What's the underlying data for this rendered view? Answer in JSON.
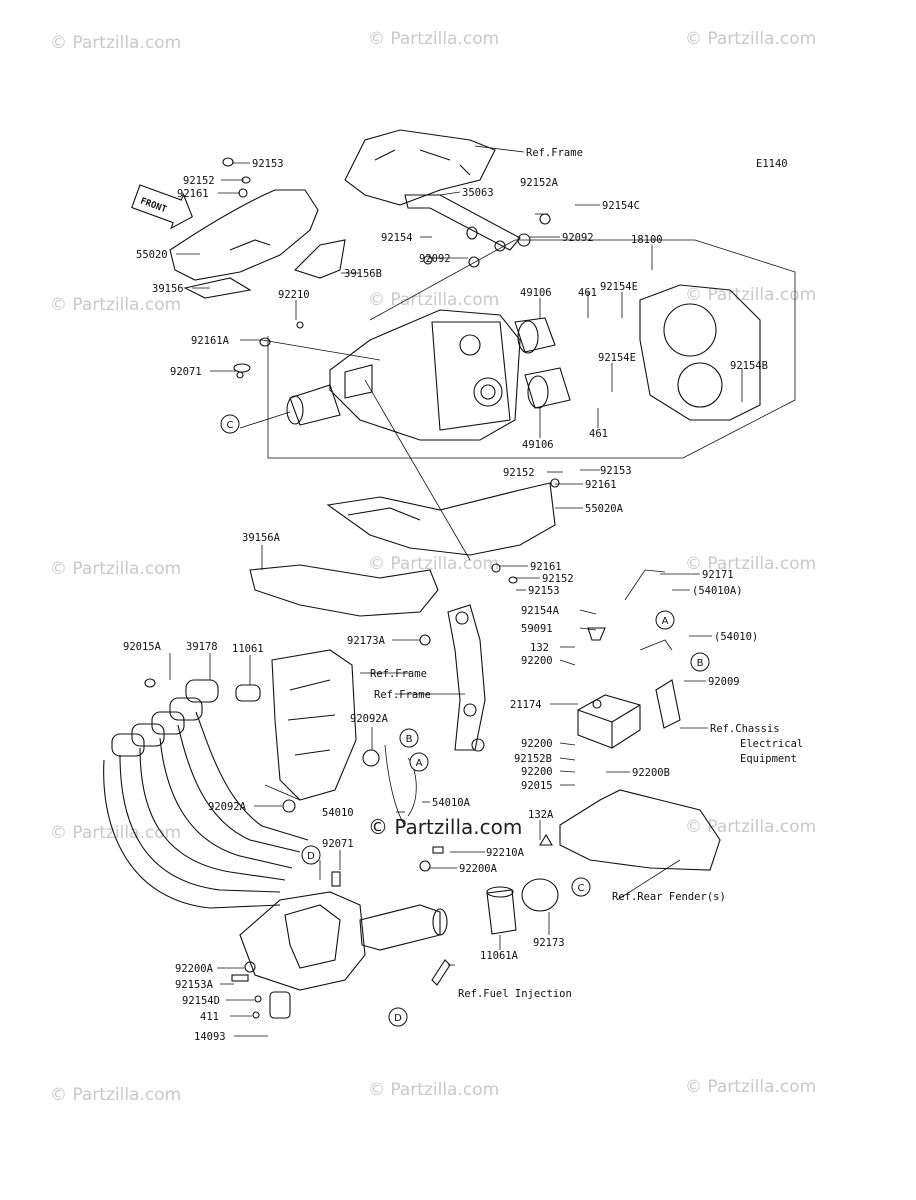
{
  "diagram_code": "E1140",
  "watermark_text": "© Partzilla.com",
  "front_label": "FRONT",
  "refs": {
    "frame_top": "Ref.Frame",
    "frame_mid1": "Ref.Frame",
    "frame_mid2": "Ref.Frame",
    "chassis1": "Ref.Chassis",
    "chassis2": "Electrical",
    "chassis3": "Equipment",
    "rear_fender": "Ref.Rear Fender(s)",
    "fuel_injection": "Ref.Fuel Injection"
  },
  "callouts": {
    "a": "A",
    "b": "B",
    "c": "C",
    "d": "D"
  },
  "parts": {
    "p92153_top": "92153",
    "p92152_top": "92152",
    "p92161_top": "92161",
    "p55020": "55020",
    "p39156": "39156",
    "p39156b": "39156B",
    "p35063": "35063",
    "p92152a": "92152A",
    "p92154c": "92154C",
    "p92154": "92154",
    "p92092_r": "92092",
    "p92092_l": "92092",
    "p18100": "18100",
    "p92210": "92210",
    "p49106_top": "49106",
    "p461_top": "461",
    "p92154e_top": "92154E",
    "p92161a": "92161A",
    "p92154e_mid": "92154E",
    "p92154b": "92154B",
    "p92071_top": "92071",
    "p49106_bot": "49106",
    "p461_bot": "461",
    "p92152_mid": "92152",
    "p92153_mid": "92153",
    "p92161_mid": "92161",
    "p55020a": "55020A",
    "p39156a": "39156A",
    "p92161_low": "92161",
    "p92152_low": "92152",
    "p92153_low": "92153",
    "p92171": "92171",
    "p54010a_paren": "(54010A)",
    "p92154a": "92154A",
    "p59091": "59091",
    "p54010_paren": "(54010)",
    "p132": "132",
    "p92200_a": "92200",
    "p92009": "92009",
    "p21174": "21174",
    "p92200_b": "92200",
    "p92152b": "92152B",
    "p92200_c": "92200",
    "p92015": "92015",
    "p92200b": "92200B",
    "p92015a": "92015A",
    "p39178": "39178",
    "p11061": "11061",
    "p92173a": "92173A",
    "p92092a": "92092A",
    "p92092a_l": "92092A",
    "p54010": "54010",
    "p54010a": "54010A",
    "p132a": "132A",
    "p92071_bot": "92071",
    "p92210a": "92210A",
    "p92200a": "92200A",
    "p11061a": "11061A",
    "p92173": "92173",
    "p92200a_l": "92200A",
    "p92153a": "92153A",
    "p92154d": "92154D",
    "p411": "411",
    "p14093": "14093"
  }
}
